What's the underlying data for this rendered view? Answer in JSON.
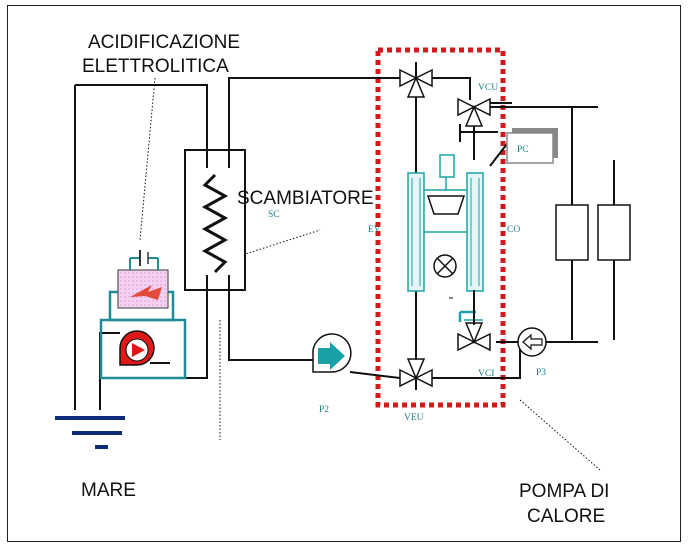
{
  "labels": {
    "acid_line1": "ACIDIFICAZIONE",
    "acid_line2": "ELETTROLITICA",
    "exchanger": "SCAMBIATORE",
    "sc": "SC",
    "sea": "MARE",
    "heat_pump_line1": "POMPA DI",
    "heat_pump_line2": "CALORE",
    "vcu": "VCU",
    "pc": "PC",
    "ev": "EV",
    "co": "CO",
    "vci": "VCI",
    "veu": "VEU",
    "p2": "P2",
    "p3": "P3"
  },
  "colors": {
    "line": "#111111",
    "teal": "#1aa3a8",
    "dashed_box": "#d31a1a",
    "pump_red": "#e01818",
    "pump_teal": "#19a2a6",
    "pink_fill": "#f3c8ee",
    "acid_box": "#1f8c95"
  }
}
